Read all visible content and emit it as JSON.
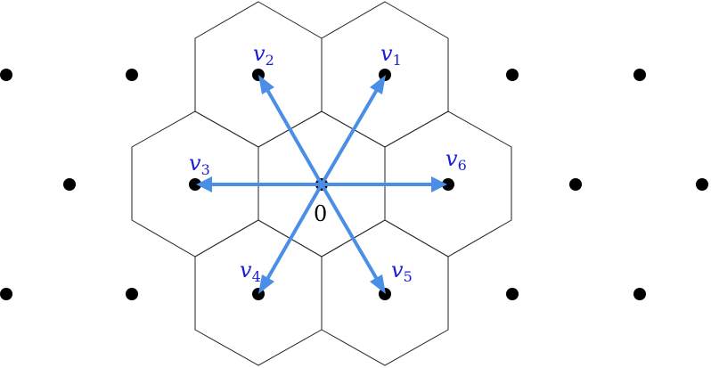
{
  "diagram": {
    "origin_label": "0",
    "vectors": [
      {
        "letter": "v",
        "sub": "1"
      },
      {
        "letter": "v",
        "sub": "2"
      },
      {
        "letter": "v",
        "sub": "3"
      },
      {
        "letter": "v",
        "sub": "4"
      },
      {
        "letter": "v",
        "sub": "5"
      },
      {
        "letter": "v",
        "sub": "6"
      }
    ],
    "colors": {
      "arrow": "#4a8ee6",
      "label": "#1c1cd6",
      "lattice_point": "#000000",
      "cell_edge": "#222222"
    }
  }
}
